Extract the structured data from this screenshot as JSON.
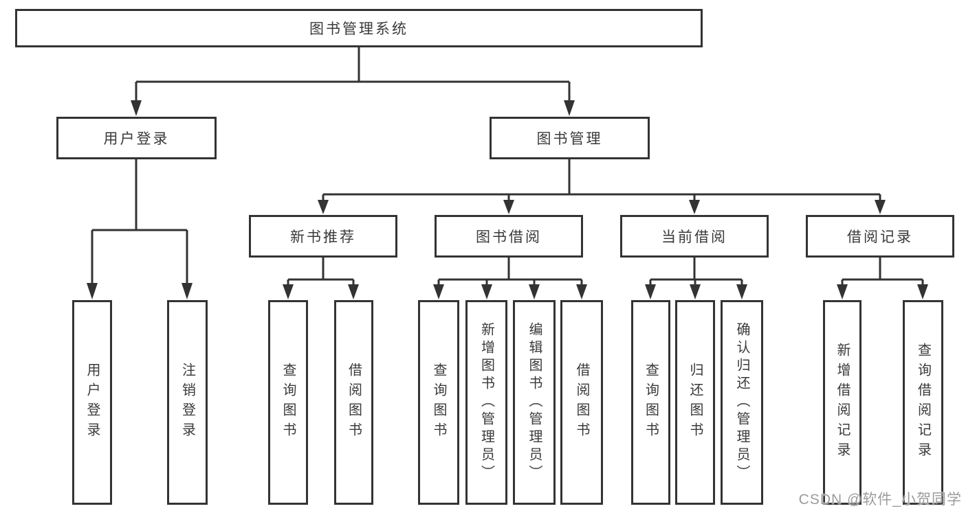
{
  "diagram": {
    "root": "图书管理系统",
    "level2": [
      {
        "label": "用户登录",
        "children": [
          "用户登录",
          "注销登录"
        ]
      },
      {
        "label": "图书管理"
      }
    ],
    "level3": [
      {
        "label": "新书推荐",
        "children": [
          "查询图书",
          "借阅图书"
        ]
      },
      {
        "label": "图书借阅",
        "children": [
          "查询图书",
          "新增图书（管理员）",
          "编辑图书（管理员）",
          "借阅图书"
        ]
      },
      {
        "label": "当前借阅",
        "children": [
          "查询图书",
          "归还图书",
          "确认归还（管理员）"
        ]
      },
      {
        "label": "借阅记录",
        "children": [
          "新增借阅记录",
          "查询借阅记录"
        ]
      }
    ]
  },
  "watermark": "CSDN @软件_小贺同学",
  "colors": {
    "line": "#333333",
    "box_border": "#333333",
    "text": "#3a3a3a",
    "watermark": "#9b9b9b",
    "background": "#ffffff"
  }
}
